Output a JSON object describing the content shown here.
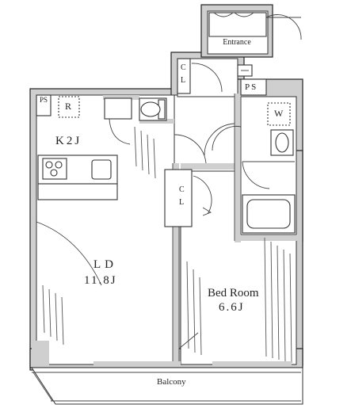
{
  "labels": {
    "entrance": "Entrance",
    "kitchen": "K2J",
    "ld_name": "LD",
    "ld_size": "11.8J",
    "bed_name": "Bed Room",
    "bed_size": "6.6J",
    "balcony": "Balcony",
    "ps_top": "PS",
    "ps_left": "PS",
    "closet_upper": "CL",
    "closet_lower": "CL",
    "fridge": "R",
    "washer": "W"
  },
  "icons": {
    "stove": "stove-icon",
    "sink": "sink-icon",
    "toilet": "toilet-icon",
    "bathtub": "bathtub-icon",
    "washbasin": "washbasin-icon"
  }
}
